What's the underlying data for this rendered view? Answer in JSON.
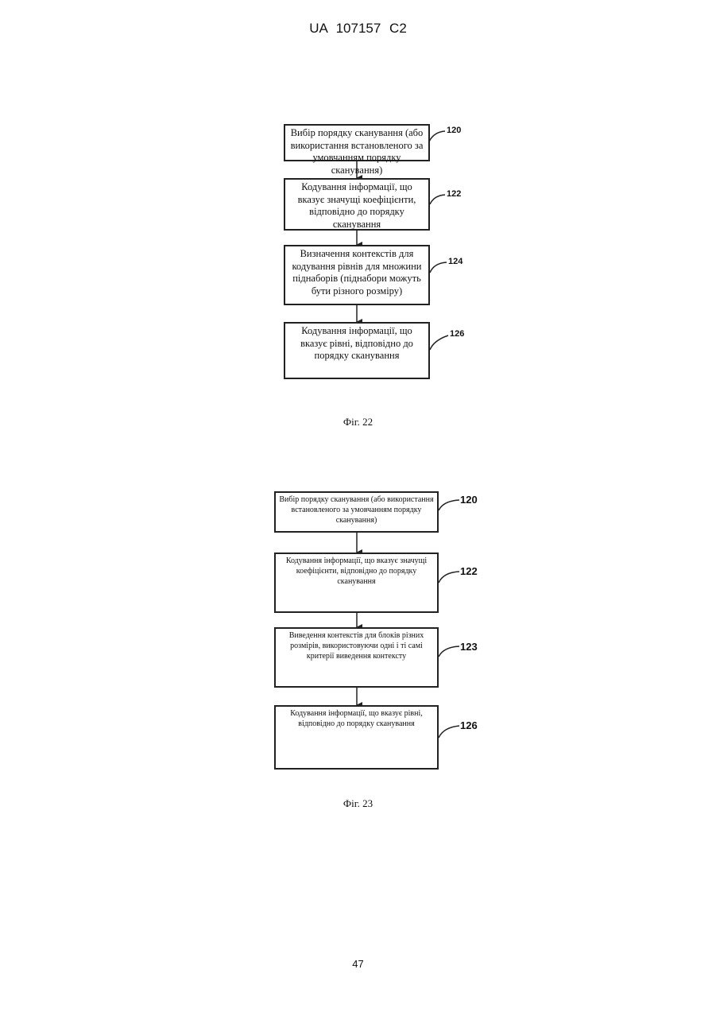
{
  "header": "UA   107157   C2",
  "page_number": "47",
  "figure22": {
    "caption": "Фіг. 22",
    "steps": [
      {
        "ref": "120",
        "text": "Вибір порядку сканування (або використання встановленого за умовчанням порядку сканування)"
      },
      {
        "ref": "122",
        "text": "Кодування інформації, що вказує значущі коефіцієнти, відповідно до порядку сканування"
      },
      {
        "ref": "124",
        "text": "Визначення контекстів для кодування рівнів для множини піднаборів (піднабори можуть бути різного розміру)"
      },
      {
        "ref": "126",
        "text": "Кодування інформації, що вказує рівні, відповідно до порядку сканування"
      }
    ]
  },
  "figure23": {
    "caption": "Фіг. 23",
    "steps": [
      {
        "ref": "120",
        "text": "Вибір порядку сканування (або використання встановленого за умовчанням порядку сканування)"
      },
      {
        "ref": "122",
        "text": "Кодування інформації, що вказує значущі коефіцієнти, відповідно до порядку сканування"
      },
      {
        "ref": "123",
        "text": "Виведення контекстів для блоків різних розмірів, використовуючи одні і ті самі критерії виведення контексту"
      },
      {
        "ref": "126",
        "text": "Кодування інформації, що вказує рівні, відповідно до порядку сканування"
      }
    ]
  }
}
